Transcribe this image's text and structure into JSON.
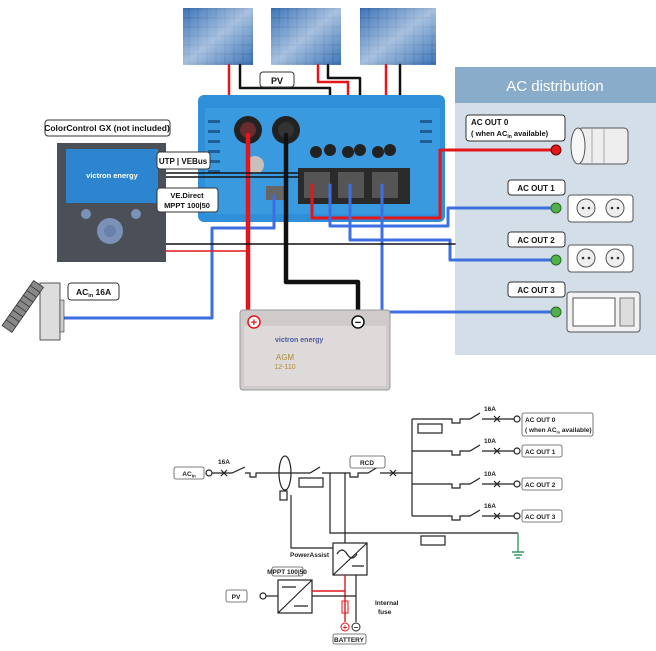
{
  "top_diagram": {
    "pv_label": "PV",
    "ac_distribution_title": "AC distribution",
    "colorcontrol_label": "ColorControl GX (not included)",
    "colorcontrol_brand": "victron energy",
    "utp_label": "UTP | VEBus",
    "vedirect_label_line1": "VE.Direct",
    "vedirect_label_line2": "MPPT 100|50",
    "ac_in_label": {
      "main": "AC",
      "sub": "in",
      "suffix": " 16A"
    },
    "ac_out_0": {
      "line1": "AC  OUT 0",
      "line2_pre": "( when AC",
      "line2_sub": "in",
      "line2_post": " available)"
    },
    "ac_out_1": "AC OUT 1",
    "ac_out_2": "AC OUT 2",
    "ac_out_3": "AC OUT 3",
    "battery_brand": "victron energy",
    "battery_model_line1": "AGM",
    "battery_model_line2": "12-110",
    "battery_plus": "+",
    "battery_minus": "−"
  },
  "schematic": {
    "ac_in": {
      "main": "AC",
      "sub": "in"
    },
    "input_breaker": "16A",
    "rcd": "RCD",
    "outputs": [
      {
        "breaker": "16A",
        "line1": "AC  OUT 0",
        "line2_pre": "( when AC",
        "line2_sub": "in",
        "line2_post": " available)"
      },
      {
        "breaker": "10A",
        "line1": "AC OUT 1"
      },
      {
        "breaker": "10A",
        "line1": "AC OUT 2"
      },
      {
        "breaker": "16A",
        "line1": "AC OUT 3"
      }
    ],
    "powerassist": "PowerAssist",
    "mppt": "MPPT 100|50",
    "pv": "PV",
    "internal_fuse_line1": "Internal",
    "internal_fuse_line2": "fuse",
    "battery": "BATTERY",
    "plus": "+",
    "minus": "−"
  },
  "colors": {
    "positive": "#e3161b",
    "negative": "#111111",
    "ac_wire": "#3d6fe0",
    "inverter": "#2f8fd8",
    "ac_panel": "#d3dee9",
    "ground": "#3a9a6a"
  }
}
